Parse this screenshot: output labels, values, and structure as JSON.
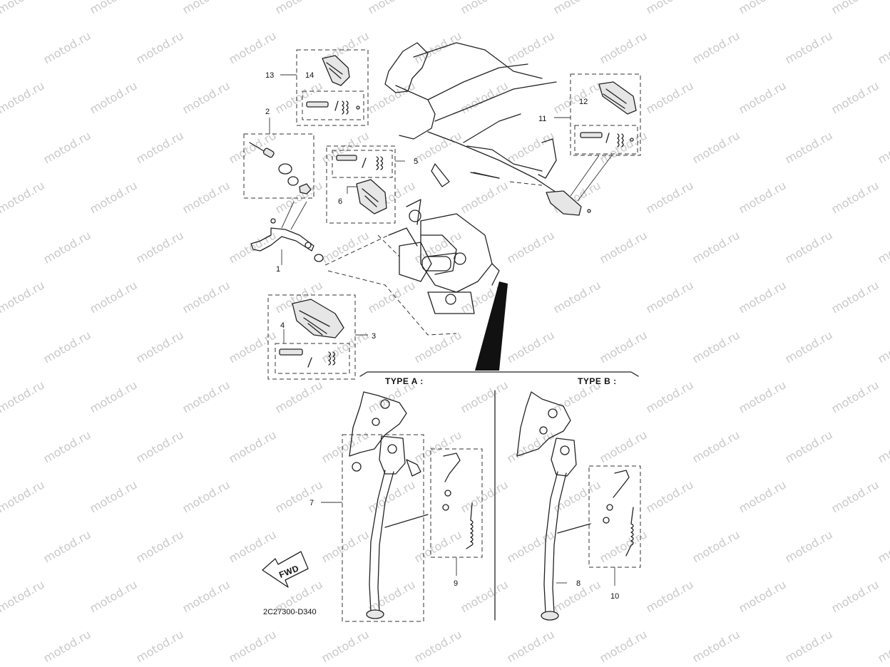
{
  "watermark": {
    "text": "motod.ru"
  },
  "diagram": {
    "code": "2C27300-D340",
    "fwd_label": "FWD",
    "type_a": "TYPE A :",
    "type_b": "TYPE B :"
  },
  "callouts": {
    "c1": "1",
    "c2": "2",
    "c3": "3",
    "c4": "4",
    "c5": "5",
    "c6": "6",
    "c7": "7",
    "c8": "8",
    "c9": "9",
    "c10": "10",
    "c11": "11",
    "c12": "12",
    "c13": "13",
    "c14": "14"
  }
}
